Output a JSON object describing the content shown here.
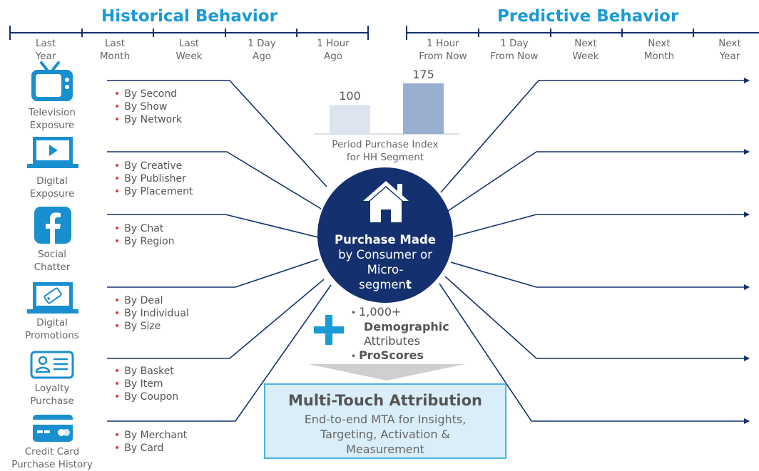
{
  "historical_title": "Historical Behavior",
  "predictive_title": "Predictive Behavior",
  "historical_ticks": [
    {
      "line1": "Last",
      "line2": "Year"
    },
    {
      "line1": "Last",
      "line2": "Month"
    },
    {
      "line1": "Last",
      "line2": "Week"
    },
    {
      "line1": "1 Day",
      "line2": "Ago"
    },
    {
      "line1": "1 Hour",
      "line2": "Ago"
    }
  ],
  "predictive_ticks": [
    {
      "line1": "1 Hour",
      "line2": "From Now"
    },
    {
      "line1": "1 Day",
      "line2": "From Now"
    },
    {
      "line1": "Next",
      "line2": "Week"
    },
    {
      "line1": "Next",
      "line2": "Month"
    },
    {
      "line1": "Next",
      "line2": "Year"
    }
  ],
  "sources": [
    {
      "line1": "Television",
      "line2": "Exposure",
      "icon": "tv-icon"
    },
    {
      "line1": "Digital",
      "line2": "Exposure",
      "icon": "laptop-play-icon"
    },
    {
      "line1": "Social",
      "line2": "Chatter",
      "icon": "facebook-icon"
    },
    {
      "line1": "Digital",
      "line2": "Promotions",
      "icon": "laptop-tag-icon"
    },
    {
      "line1": "Loyalty",
      "line2": "Purchase",
      "icon": "loyalty-card-icon"
    },
    {
      "line1": "Credit Card",
      "line2": "Purchase History",
      "icon": "credit-card-icon"
    }
  ],
  "bullets": [
    [
      "By Second",
      "By Show",
      "By Network"
    ],
    [
      "By Creative",
      "By Publisher",
      "By Placement"
    ],
    [
      "By Chat",
      "By Region"
    ],
    [
      "By Deal",
      "By Individual",
      "By Size"
    ],
    [
      "By Basket",
      "By Item",
      "By Coupon"
    ],
    [
      "By Merchant",
      "By Card"
    ]
  ],
  "chart_data": {
    "type": "bar",
    "categories": [
      "",
      ""
    ],
    "values": [
      100,
      175
    ],
    "title": "",
    "xlabel": "Period Purchase Index for HH Segment",
    "ylabel": "",
    "colors": [
      "#dde3ef",
      "#9aaed0"
    ],
    "grid": false
  },
  "chart_caption_line1": "Period Purchase Index",
  "chart_caption_line2": "for HH Segment",
  "center": {
    "bold": "Purchase Made",
    "line2": "by Consumer or",
    "line3": "Micro-",
    "line4_pre": "segmen",
    "line4_bold": "t",
    "icon": "house-icon",
    "color": "#14306e"
  },
  "attributes": {
    "item1_pre": "1,000+",
    "item1_bold": "Demographic",
    "item1_post": "Attributes",
    "item2_bold": "ProScores"
  },
  "plus_icon": "plus-icon",
  "mta": {
    "title": "Multi-Touch Attribution",
    "line1": "End-to-end MTA for Insights,",
    "line2": "Targeting, Activation &",
    "line3": "Measurement"
  },
  "colors": {
    "accent": "#1a9ad6",
    "navy": "#14306e",
    "bullet": "#e23a3a"
  }
}
